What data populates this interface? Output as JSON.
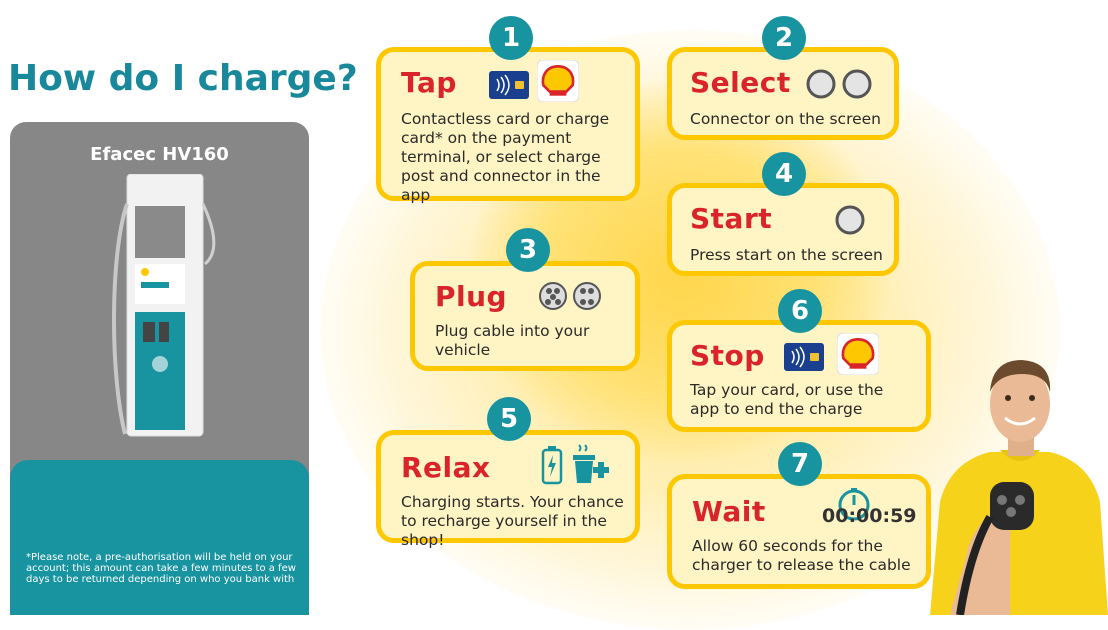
{
  "heading": "How do I charge?",
  "charger": {
    "model": "Efacec HV160",
    "note": "*Please note, a pre-authorisation will be held on your account; this amount can take a few minutes to a few days to be returned depending on who you bank with"
  },
  "steps": {
    "s1": {
      "num": "1",
      "title": "Tap",
      "text": "Contactless card or charge card* on the payment terminal, or select charge post and connector in the app"
    },
    "s2": {
      "num": "2",
      "title": "Select",
      "text": "Connector on the screen"
    },
    "s3": {
      "num": "3",
      "title": "Plug",
      "text": "Plug cable into your vehicle"
    },
    "s4": {
      "num": "4",
      "title": "Start",
      "text": "Press start on the screen"
    },
    "s5": {
      "num": "5",
      "title": "Relax",
      "text": "Charging starts. Your chance to recharge yourself in the shop!"
    },
    "s6": {
      "num": "6",
      "title": "Stop",
      "text": "Tap your card, or use the app to end the charge"
    },
    "s7": {
      "num": "7",
      "title": "Wait",
      "text": "Allow 60 seconds for the charger to release the cable",
      "timer": "00:00:59"
    }
  },
  "colors": {
    "teal": "#1893a0",
    "red": "#d9252a",
    "yellow": "#fdc800",
    "card_bg": "#fff4c4"
  }
}
